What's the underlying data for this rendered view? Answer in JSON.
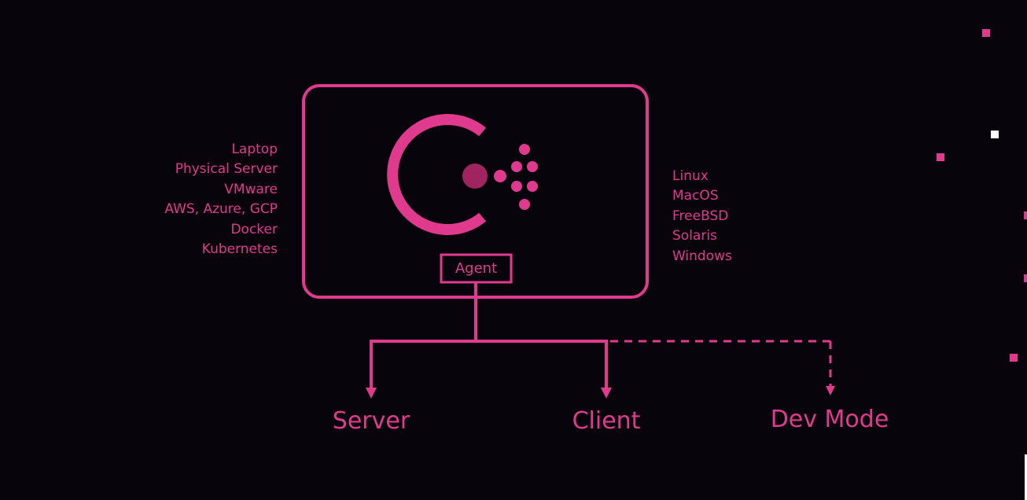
{
  "diagram": {
    "agent_label": "Agent",
    "platforms": [
      "Laptop",
      "Physical Server",
      "VMware",
      "AWS, Azure, GCP",
      "Docker",
      "Kubernetes"
    ],
    "operating_systems": [
      "Linux",
      "MacOS",
      "FreeBSD",
      "Solaris",
      "Windows"
    ],
    "modes": {
      "server": "Server",
      "client": "Client",
      "dev_mode": "Dev Mode"
    }
  },
  "colors": {
    "background": "#07040b",
    "accent": "#e03a8e",
    "logo_core": "#a0245f",
    "white_dot": "#ffffff"
  },
  "icons": [
    "consul-logo-icon"
  ]
}
